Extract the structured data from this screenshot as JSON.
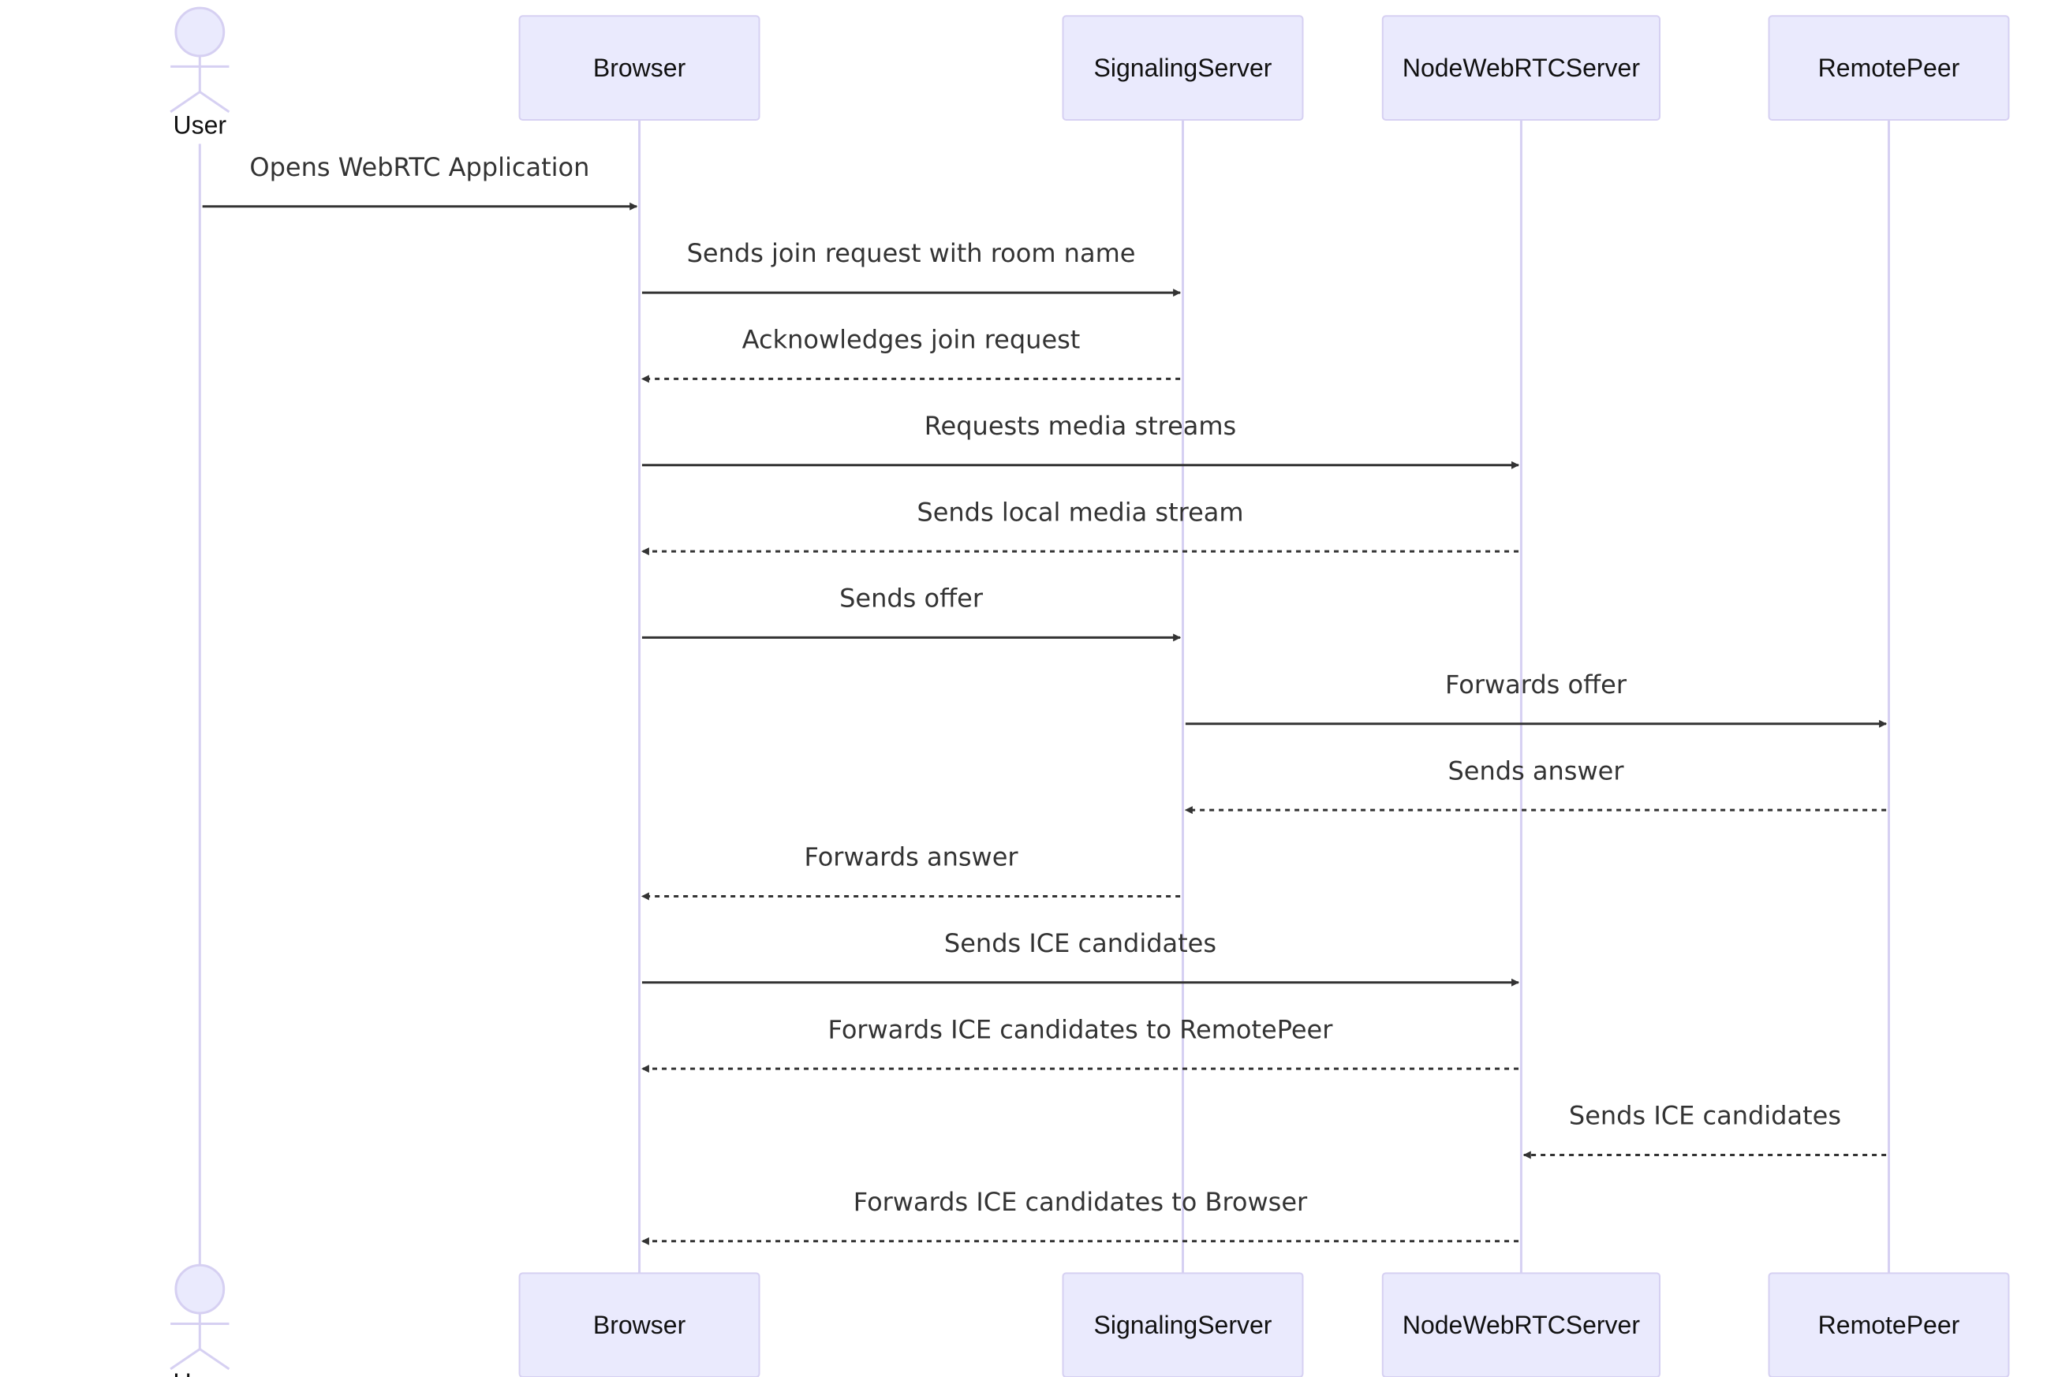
{
  "participants": [
    {
      "id": "user",
      "label": "User",
      "kind": "actor"
    },
    {
      "id": "browser",
      "label": "Browser",
      "kind": "box"
    },
    {
      "id": "signaling",
      "label": "SignalingServer",
      "kind": "box"
    },
    {
      "id": "nodewebrtc",
      "label": "NodeWebRTCServer",
      "kind": "box"
    },
    {
      "id": "remote",
      "label": "RemotePeer",
      "kind": "box"
    }
  ],
  "messages": [
    {
      "from": "user",
      "to": "browser",
      "text": "Opens WebRTC Application",
      "style": "solid"
    },
    {
      "from": "browser",
      "to": "signaling",
      "text": "Sends join request with room name",
      "style": "solid"
    },
    {
      "from": "signaling",
      "to": "browser",
      "text": "Acknowledges join request",
      "style": "dashed"
    },
    {
      "from": "browser",
      "to": "nodewebrtc",
      "text": "Requests media streams",
      "style": "solid"
    },
    {
      "from": "nodewebrtc",
      "to": "browser",
      "text": "Sends local media stream",
      "style": "dashed"
    },
    {
      "from": "browser",
      "to": "signaling",
      "text": "Sends offer",
      "style": "solid"
    },
    {
      "from": "signaling",
      "to": "remote",
      "text": "Forwards offer",
      "style": "solid"
    },
    {
      "from": "remote",
      "to": "signaling",
      "text": "Sends answer",
      "style": "dashed"
    },
    {
      "from": "signaling",
      "to": "browser",
      "text": "Forwards answer",
      "style": "dashed"
    },
    {
      "from": "browser",
      "to": "nodewebrtc",
      "text": "Sends ICE candidates",
      "style": "solid"
    },
    {
      "from": "nodewebrtc",
      "to": "browser",
      "text": "Forwards ICE candidates to RemotePeer",
      "style": "dashed"
    },
    {
      "from": "remote",
      "to": "nodewebrtc",
      "text": "Sends ICE candidates",
      "style": "dashed"
    },
    {
      "from": "nodewebrtc",
      "to": "browser",
      "text": "Forwards ICE candidates to Browser",
      "style": "dashed"
    }
  ],
  "colors": {
    "participant_fill": "#eaeafd",
    "participant_border": "#d6d0f2",
    "lifeline": "#d6d0f2",
    "message": "#333333"
  }
}
